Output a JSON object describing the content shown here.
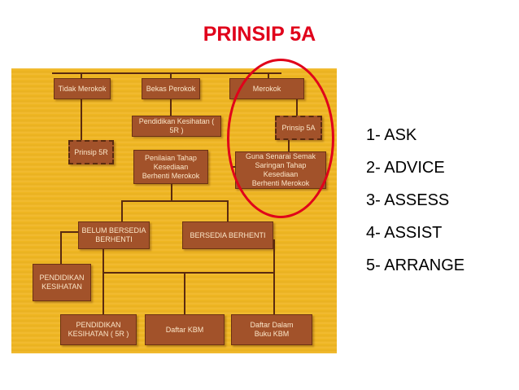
{
  "title": "PRINSIP 5A",
  "diagram": {
    "boxes": {
      "tidak_merokok": "Tidak Merokok",
      "bekas_perokok": "Bekas Perokok",
      "merokok": "Merokok",
      "pendidikan_kesihatan_5r_top": "Pendidikan Kesihatan ( 5R )",
      "prinsip_5a": "Prinsip 5A",
      "prinsip_5r": "Prinsip 5R",
      "penilaian": "Penilaian Tahap Kesediaan\nBerhenti Merokok",
      "guna_senarai": "Guna Senarai Semak\nSaringan Tahap Kesediaan\nBerhenti Merokok",
      "belum_bersedia": "BELUM BERSEDIA\nBERHENTI",
      "bersedia_berhenti": "BERSEDIA BERHENTI",
      "pendidikan_kesihatan_left": "PENDIDIKAN\nKESIHATAN",
      "pendidikan_kesihatan_5r_bottom": "PENDIDIKAN\nKESIHATAN ( 5R )",
      "daftar_kbm": "Daftar KBM",
      "daftar_dalam_buku": "Daftar Dalam\nBuku KBM"
    }
  },
  "steps": [
    "1- ASK",
    "2- ADVICE",
    "3- ASSESS",
    "4- ASSIST",
    "5- ARRANGE"
  ],
  "colors": {
    "title": "#e0001a",
    "panel": "#f0b622",
    "box": "#a2522a",
    "highlight_circle": "#e0001a"
  }
}
